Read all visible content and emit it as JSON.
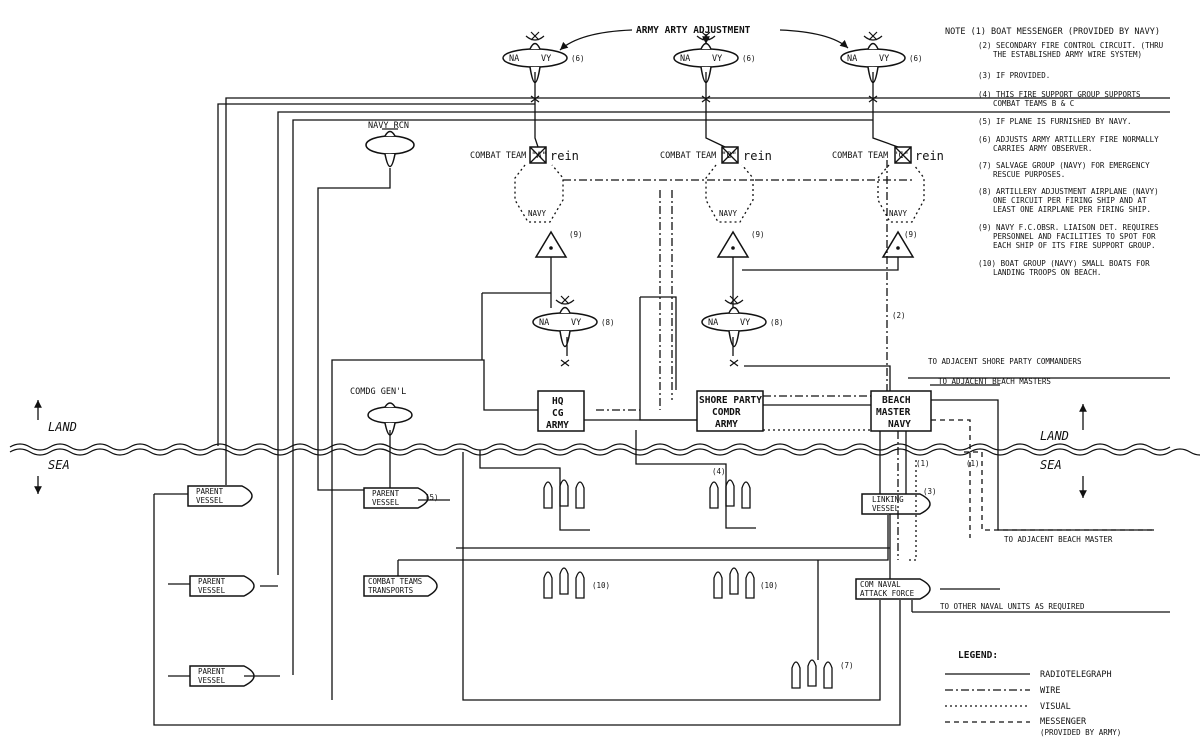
{
  "header": {
    "army_arty": "ARMY ARTY ADJUSTMENT"
  },
  "planes": {
    "navy": "NA",
    "navy2": "VY",
    "n6": "(6)",
    "navy_rcn": "NAVY RCN",
    "comdg_gen": "COMDG GEN'L"
  },
  "combat_teams": [
    {
      "label": "COMBAT TEAM \"A\"",
      "rein": "rein"
    },
    {
      "label": "COMBAT TEAM \"B\"",
      "rein": "rein"
    },
    {
      "label": "COMBAT TEAM \"C\"",
      "rein": "rein"
    }
  ],
  "navy_label": "NAVY",
  "n9": "(9)",
  "n8": "(8)",
  "n2": "(2)",
  "n1": "(1)",
  "n3": "(3)",
  "n4": "(4)",
  "n5": "(5)",
  "n7": "(7)",
  "n10": "(10)",
  "hq": {
    "l1": "HQ",
    "l2": "CG",
    "l3": "ARMY"
  },
  "shore": {
    "l1": "SHORE PARTY",
    "l2": "COMDR",
    "l3": "ARMY"
  },
  "beach": {
    "l1": "BEACH",
    "l2": "MASTER",
    "l3": "NAVY"
  },
  "land": "LAND",
  "sea": "SEA",
  "ships": {
    "parent": "PARENT",
    "vessel": "VESSEL",
    "linking1": "LINKING",
    "linking2": "VESSEL",
    "ct1": "COMBAT TEAMS",
    "ct2": "TRANSPORTS",
    "com1": "COM NAVAL",
    "com2": "ATTACK FORCE"
  },
  "routes": {
    "adj_shore": "TO ADJACENT SHORE PARTY COMMANDERS",
    "adj_beach": "TO ADJACENT BEACH MASTERS",
    "adj_beach2": "TO ADJACENT BEACH MASTER",
    "other_naval": "TO OTHER NAVAL UNITS AS REQUIRED"
  },
  "notes": [
    "NOTE (1) BOAT MESSENGER (PROVIDED BY NAVY)",
    "(2) SECONDARY FIRE CONTROL CIRCUIT. (THRU",
    "THE ESTABLISHED ARMY WIRE SYSTEM)",
    "(3) IF PROVIDED.",
    "(4) THIS FIRE SUPPORT GROUP SUPPORTS",
    "COMBAT TEAMS B & C",
    "(5) IF PLANE IS FURNISHED BY NAVY.",
    "(6) ADJUSTS ARMY ARTILLERY FIRE NORMALLY",
    "CARRIES ARMY OBSERVER.",
    "(7) SALVAGE GROUP (NAVY) FOR EMERGENCY",
    "RESCUE PURPOSES.",
    "(8) ARTILLERY ADJUSTMENT AIRPLANE (NAVY)",
    "ONE CIRCUIT PER FIRING SHIP AND AT",
    "LEAST ONE AIRPLANE PER FIRING SHIP.",
    "(9) NAVY F.C.OBSR. LIAISON DET. REQUIRES",
    "PERSONNEL AND FACILITIES TO SPOT FOR",
    "EACH SHIP OF ITS FIRE SUPPORT GROUP.",
    "(10) BOAT GROUP (NAVY) SMALL BOATS FOR",
    "LANDING TROOPS ON BEACH."
  ],
  "legend": {
    "title": "LEGEND:",
    "items": [
      "RADIOTELEGRAPH",
      "WIRE",
      "VISUAL",
      "MESSENGER"
    ],
    "sub": "(PROVIDED BY ARMY)"
  }
}
